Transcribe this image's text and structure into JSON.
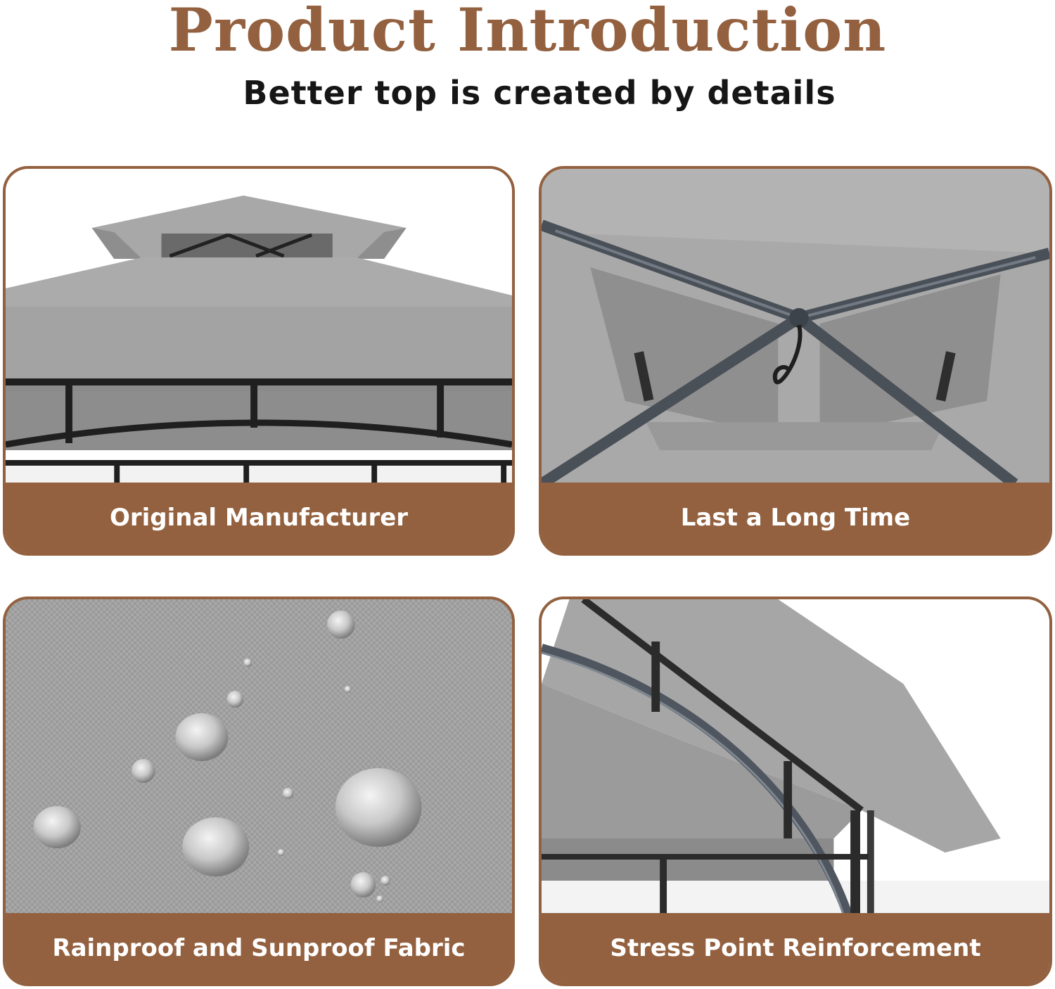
{
  "header": {
    "title": "Product Introduction",
    "subtitle": "Better top is created by details"
  },
  "cards": [
    {
      "caption": "Original Manufacturer",
      "image": "gazebo-double-roof-photo"
    },
    {
      "caption": "Last a Long Time",
      "image": "gazebo-frame-underside-photo"
    },
    {
      "caption": "Rainproof and Sunproof Fabric",
      "image": "water-droplets-on-fabric-photo"
    },
    {
      "caption": "Stress Point Reinforcement",
      "image": "gazebo-corner-frame-photo"
    }
  ],
  "colors": {
    "accent": "#93613f",
    "fabric": "#a3a3a3",
    "frame": "#2b2b2b"
  }
}
